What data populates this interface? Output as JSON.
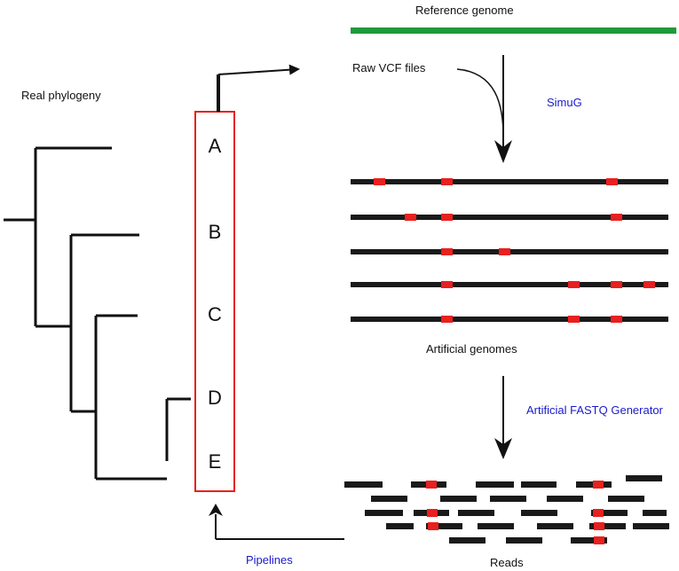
{
  "labels": {
    "reference_genome": "Reference genome",
    "real_phylogeny": "Real phylogeny",
    "raw_vcf": "Raw VCF files",
    "simug": "SimuG",
    "artificial_genomes": "Artificial genomes",
    "fastq_generator": "Artificial FASTQ Generator",
    "pipelines": "Pipelines",
    "reads": "Reads"
  },
  "leaves": [
    "A",
    "B",
    "C",
    "D",
    "E"
  ],
  "colors": {
    "reference_bar": "#1f9a3a",
    "genome_bar": "#1a1a1a",
    "mutation": "#e8201f",
    "leaf_box": "#e8201f",
    "tool_text": "#1a1acc"
  }
}
